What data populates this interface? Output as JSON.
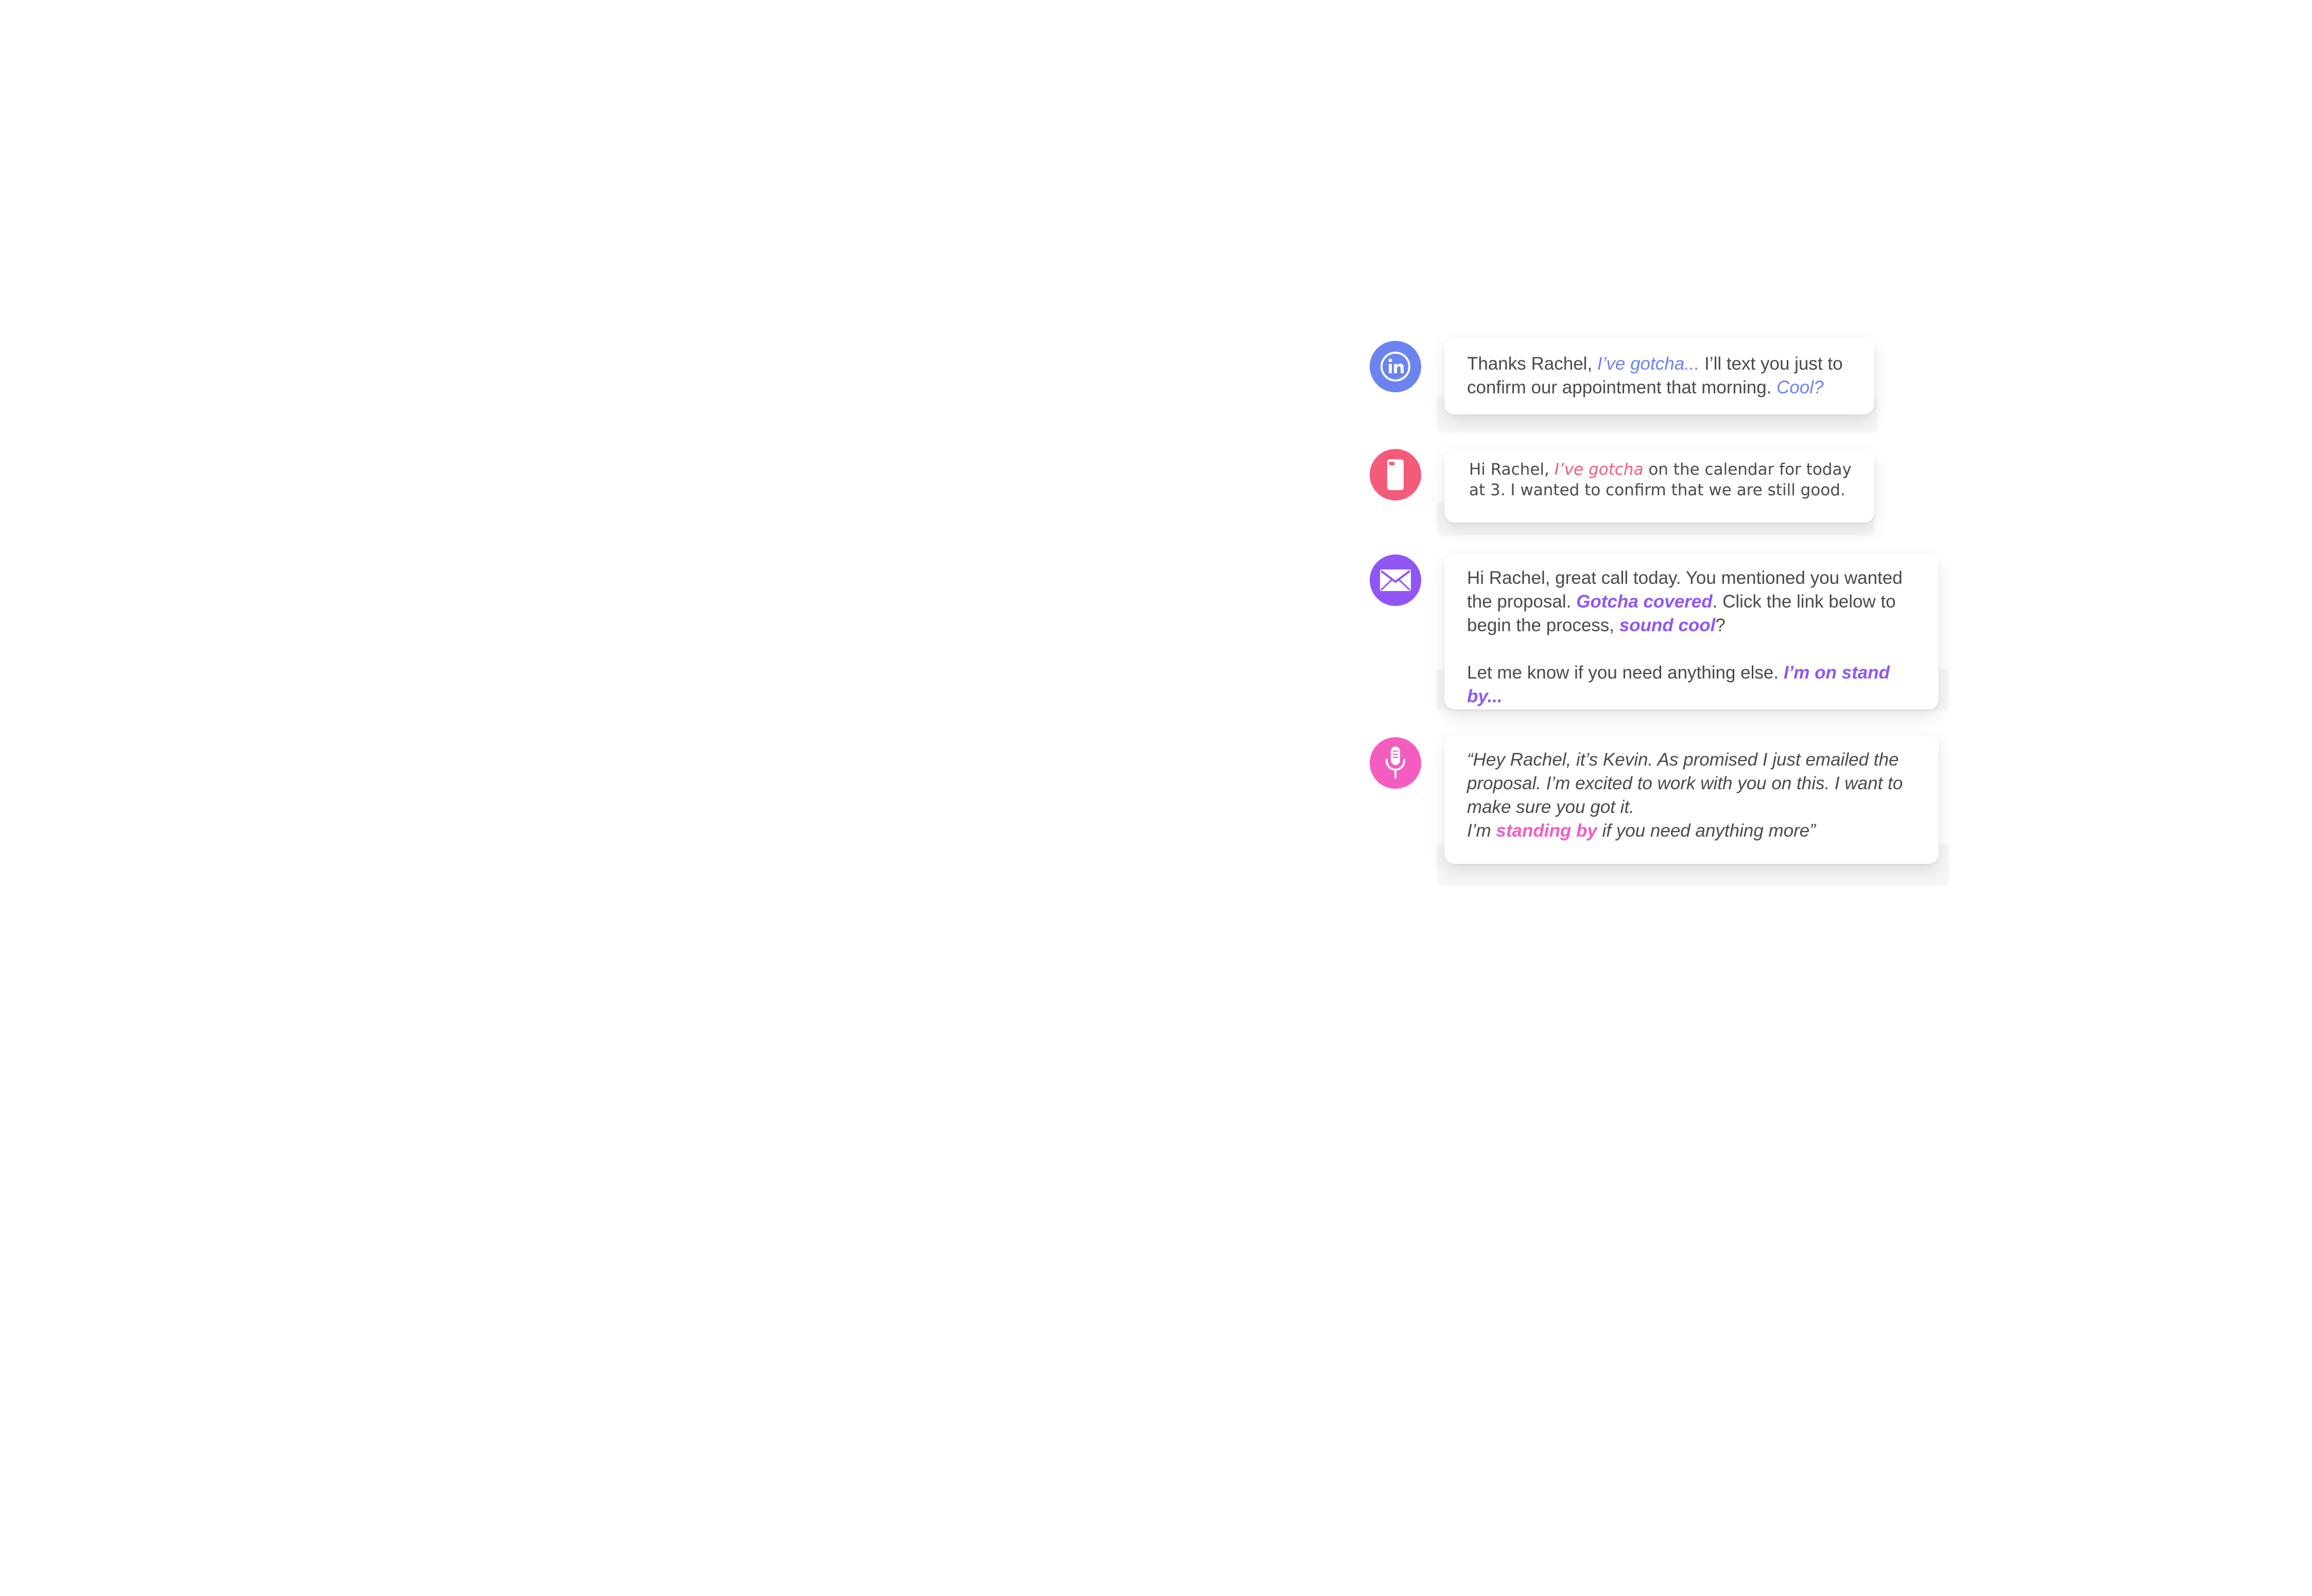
{
  "messages": [
    {
      "channel": "linkedin",
      "icon": "linkedin-icon",
      "color": "#6b84f0",
      "parts": [
        {
          "text": "Thanks Rachel, "
        },
        {
          "text": "I’ve gotcha...",
          "hl": true
        },
        {
          "text": " I’ll text you just to confirm our appointment that morning. "
        },
        {
          "text": "Cool?",
          "hl": true
        }
      ]
    },
    {
      "channel": "sms",
      "icon": "phone-icon",
      "color": "#f45b7a",
      "parts": [
        {
          "text": "Hi Rachel, "
        },
        {
          "text": "I’ve gotcha",
          "hl": true
        },
        {
          "text": " on the calendar for today at 3. I wanted to confirm that we are still good."
        }
      ]
    },
    {
      "channel": "email",
      "icon": "mail-icon",
      "color": "#9056f5",
      "parts": [
        {
          "text": "Hi Rachel, great call today. You mentioned you wanted the proposal. "
        },
        {
          "text": "Gotcha covered",
          "hl": true
        },
        {
          "text": ". Click the link below to begin the process, "
        },
        {
          "text": "sound cool",
          "hl": true
        },
        {
          "text": "?"
        }
      ],
      "parts2": [
        {
          "text": "Let me know if you need anything else. "
        },
        {
          "text": "I’m on stand by...",
          "hl": true
        }
      ]
    },
    {
      "channel": "voicemail",
      "icon": "microphone-icon",
      "color": "#f55cbf",
      "parts": [
        {
          "text": "“Hey Rachel, it’s Kevin. As promised I just emailed the proposal. I’m excited to work with you on this. I want to make sure you got it."
        }
      ],
      "parts2": [
        {
          "text": "I’m "
        },
        {
          "text": "standing by",
          "hl": true
        },
        {
          "text": " if you need anything more”"
        }
      ]
    }
  ]
}
